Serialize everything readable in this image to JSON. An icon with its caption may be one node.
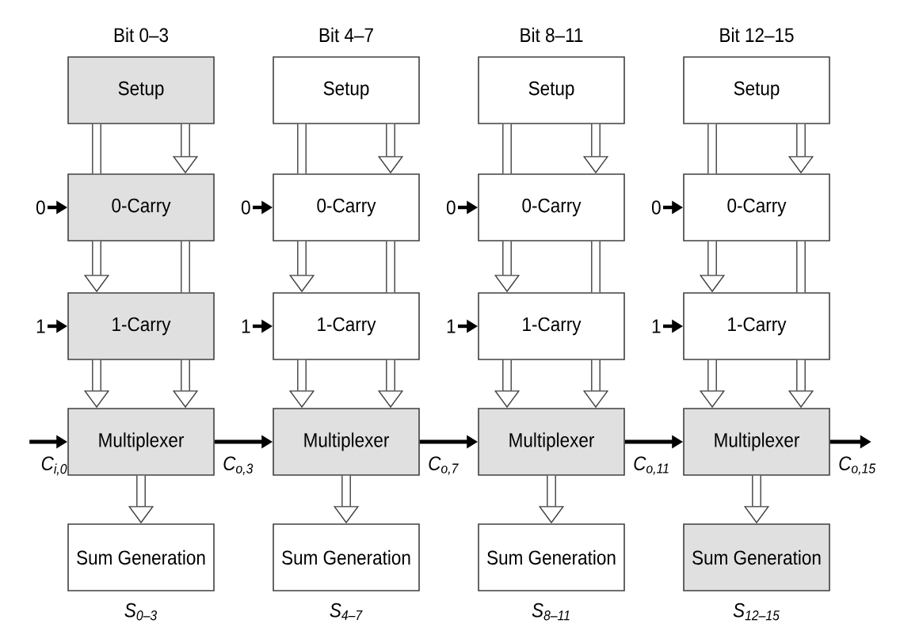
{
  "diagram": {
    "nodes": [
      {
        "text": [
          "Setup"
        ]
      },
      {
        "text": [
          "0"
        ]
      },
      {
        "text": [
          "0-Carry"
        ]
      },
      {
        "text": [
          "1"
        ]
      },
      {
        "text": [
          "1-Carry"
        ]
      },
      {
        "text": [
          "Multiplexer"
        ]
      },
      {
        "text": [
          "Sum Generation"
        ],
        "beside": [
          "S$_{0–3}$"
        ]
      },
      {
        "text": [
          "Setup"
        ]
      },
      {
        "text": [
          "0"
        ]
      },
      {
        "text": [
          "0-Carry"
        ]
      },
      {
        "text": [
          "1"
        ]
      },
      {
        "text": [
          "1-Carry"
        ]
      },
      {
        "text": [
          "Multiplexer"
        ]
      },
      {
        "text": [
          "Sum Generation"
        ],
        "beside": [
          "S$_{4–7}$"
        ]
      },
      {
        "text": [
          "Setup"
        ]
      },
      {
        "text": [
          "0"
        ]
      },
      {
        "text": [
          "0-Carry"
        ]
      },
      {
        "text": [
          "1"
        ]
      },
      {
        "text": [
          "1-Carry"
        ]
      },
      {
        "text": [
          "Multiplexer"
        ]
      },
      {
        "text": [
          "Sum Generation"
        ],
        "beside": [
          "S$_{8–11}$"
        ]
      },
      {
        "text": [
          "Setup"
        ]
      },
      {
        "text": [
          "0"
        ]
      },
      {
        "text": [
          "0-Carry"
        ]
      },
      {
        "text": [
          "1"
        ]
      },
      {
        "text": [
          "1-Carry"
        ]
      },
      {
        "text": [
          "Multiplexer"
        ]
      },
      {
        "text": [
          "Sum Generation"
        ],
        "beside": [
          "S$_{12–15}$"
        ]
      }
    ],
    "edges": [
      {
        "from": 0,
        "to": 2,
        "arrow": "none"
      },
      {
        "from": 0,
        "to": 2,
        "arrow": "to"
      },
      {
        "from": 1,
        "to": 2,
        "arrow": "to"
      },
      {
        "from": 3,
        "to": 4,
        "arrow": "to"
      },
      {
        "from": 2,
        "to": 4,
        "arrow": "to"
      },
      {
        "from": 2,
        "to": 4,
        "arrow": "none"
      },
      {
        "from": 4,
        "to": 5,
        "arrow": "to"
      },
      {
        "from": 4,
        "to": 5,
        "arrow": "to"
      },
      {
        "from": 5,
        "to": 6,
        "arrow": "to"
      },
      {
        "from": 7,
        "to": 9,
        "arrow": "none"
      },
      {
        "from": 7,
        "to": 9,
        "arrow": "to"
      },
      {
        "from": 8,
        "to": 9,
        "arrow": "to"
      },
      {
        "from": 10,
        "to": 11,
        "arrow": "to"
      },
      {
        "from": 9,
        "to": 11,
        "arrow": "to"
      },
      {
        "from": 9,
        "to": 11,
        "arrow": "none"
      },
      {
        "from": 11,
        "to": 12,
        "arrow": "to"
      },
      {
        "from": 11,
        "to": 12,
        "arrow": "to"
      },
      {
        "from": 12,
        "to": 13,
        "arrow": "to"
      },
      {
        "from": 14,
        "to": 16,
        "arrow": "none"
      },
      {
        "from": 14,
        "to": 16,
        "arrow": "to"
      },
      {
        "from": 15,
        "to": 16,
        "arrow": "to"
      },
      {
        "from": 17,
        "to": 18,
        "arrow": "to"
      },
      {
        "from": 16,
        "to": 18,
        "arrow": "to"
      },
      {
        "from": 16,
        "to": 18,
        "arrow": "none"
      },
      {
        "from": 18,
        "to": 19,
        "arrow": "to"
      },
      {
        "from": 18,
        "to": 19,
        "arrow": "to"
      },
      {
        "from": 19,
        "to": 20,
        "arrow": "to"
      },
      {
        "from": 21,
        "to": 23,
        "arrow": "none"
      },
      {
        "from": 21,
        "to": 23,
        "arrow": "to"
      },
      {
        "from": 22,
        "to": 23,
        "arrow": "to"
      },
      {
        "from": 24,
        "to": 25,
        "arrow": "to"
      },
      {
        "from": 23,
        "to": 25,
        "arrow": "to"
      },
      {
        "from": 23,
        "to": 25,
        "arrow": "none"
      },
      {
        "from": 25,
        "to": 26,
        "arrow": "to"
      },
      {
        "from": 25,
        "to": 26,
        "arrow": "to"
      },
      {
        "from": 26,
        "to": 27,
        "arrow": "to"
      },
      {
        "from": null,
        "to": 5,
        "arrow": "to",
        "label": "C$_{i,0}$"
      },
      {
        "from": 5,
        "to": 12,
        "arrow": "to",
        "label": "C$_{o,3}$"
      },
      {
        "from": 12,
        "to": 19,
        "arrow": "to",
        "label": "C$_{o,7}$"
      },
      {
        "from": 19,
        "to": 26,
        "arrow": "to",
        "label": "C$_{o,11}$"
      },
      {
        "from": 26,
        "to": null,
        "arrow": "to",
        "label": "C$_{o,15}$"
      }
    ],
    "labels": [
      "Bit 0–3",
      "Bit 4–7",
      "Bit 8–11",
      "Bit 12–15"
    ]
  }
}
